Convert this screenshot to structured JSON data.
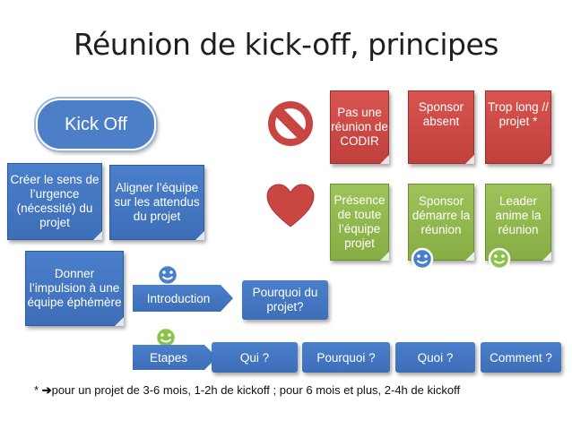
{
  "title": "Réunion de kick-off, principes",
  "pill": "Kick Off",
  "blue_notes": {
    "sens": "Créer le sens de l’urgence (nécessité) du projet",
    "aligner": "Aligner l’équipe sur les attendus du projet",
    "impulsion": "Donner l’impulsion à une équipe éphémère"
  },
  "red_notes": [
    "Pas une réunion de CODIR",
    "Sponsor absent",
    "Trop long // projet *"
  ],
  "green_notes": [
    "Présence de toute l’équipe projet",
    "Sponsor démarre la réunion",
    "Leader anime la réunion"
  ],
  "flow": {
    "introduction": "Introduction",
    "pourquoi_projet": "Pourquoi du projet?",
    "etapes": "Etapes",
    "steps": [
      "Qui ?",
      "Pourquoi ?",
      "Quoi ?",
      "Comment ?"
    ]
  },
  "footnote": "pour un projet de 3-6 mois, 1-2h de kickoff ; pour 6 mois et plus, 2-4h de kickoff",
  "footnote_prefix": "*",
  "icons": [
    "no-entry-icon",
    "heart-icon",
    "smiley-icon"
  ],
  "colors": {
    "blue": "#4a7fcb",
    "red": "#c84541",
    "green": "#8cb54b",
    "smiley_green": "#8bc34a",
    "smiley_blue": "#4a7fcb"
  }
}
